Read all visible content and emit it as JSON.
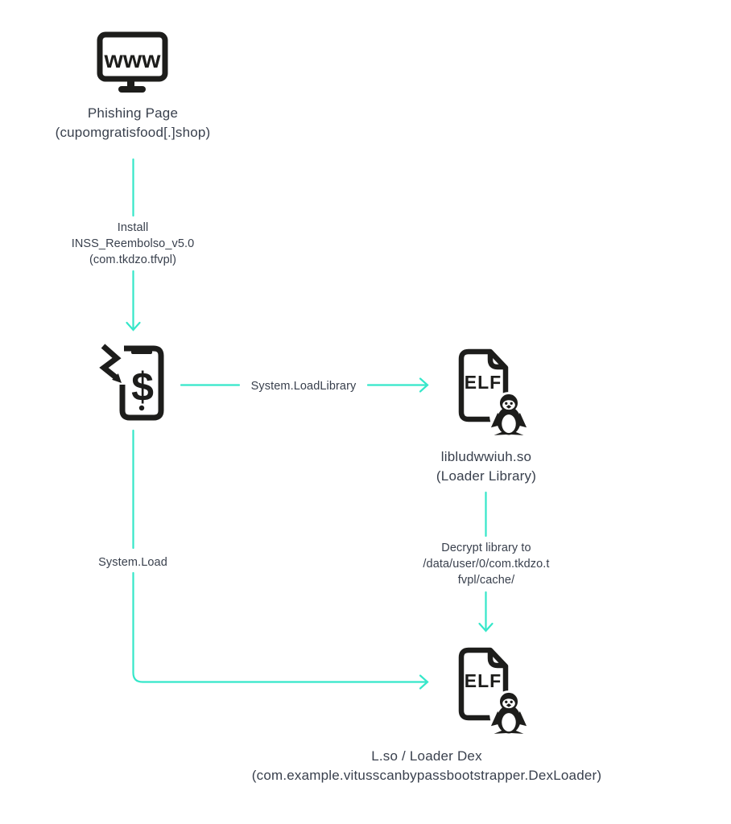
{
  "theme": {
    "accent_teal": "#35e7c9",
    "label_text": "#39404d",
    "icon_ink": "#1d1d1b",
    "background": "#ffffff"
  },
  "nodes": {
    "phishing_page": {
      "icon": "www-monitor-icon",
      "title": "Phishing Page",
      "subtitle": "(cupomgratisfood[.]shop)"
    },
    "banking_trojan_app": {
      "icon": "infected-banking-app-icon"
    },
    "loader_library": {
      "icon": "elf-file-penguin-icon",
      "title": "libludwwiuh.so",
      "subtitle": "(Loader Library)"
    },
    "loader_dex": {
      "icon": "elf-file-penguin-icon",
      "title": "L.so / Loader Dex",
      "subtitle": "(com.example.vitusscanbypassbootstrapper.DexLoader)"
    }
  },
  "edges": {
    "install": {
      "line1": "Install",
      "line2": "INSS_Reembolso_v5.0",
      "line3": "(com.tkdzo.tfvpl)"
    },
    "load_library": {
      "label": "System.LoadLibrary"
    },
    "decrypt": {
      "line1": "Decrypt library to",
      "line2": "/data/user/0/com.tkdzo.t",
      "line3": "fvpl/cache/"
    },
    "system_load": {
      "label": "System.Load"
    }
  },
  "icon_glyphs": {
    "www": "www",
    "elf": "ELF",
    "dollar": "$"
  }
}
